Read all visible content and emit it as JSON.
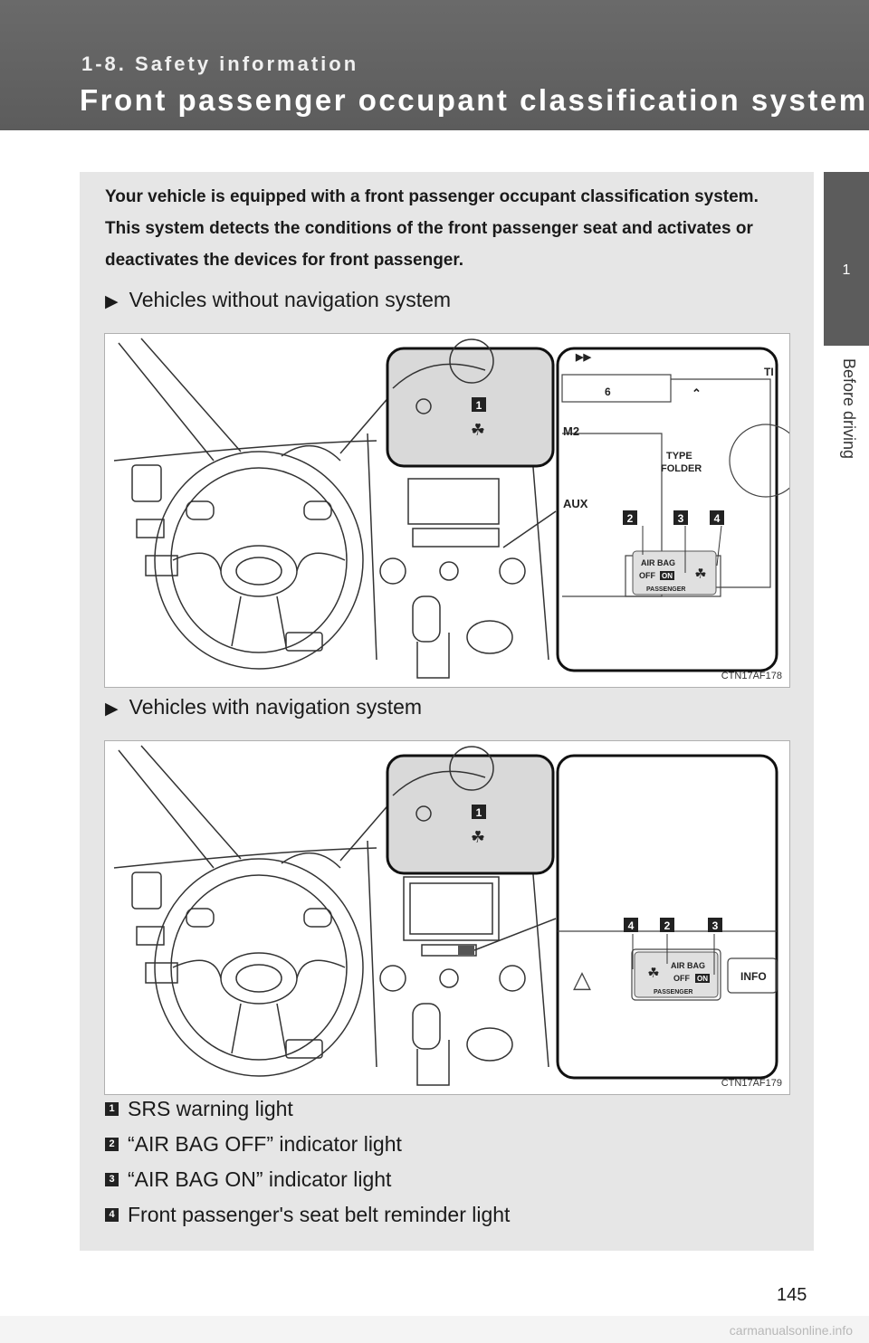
{
  "header": {
    "section": "1-8. Safety information",
    "title": "Front passenger occupant classification system"
  },
  "side_tab": {
    "number": "1",
    "label": "Before driving"
  },
  "intro": "Your vehicle is equipped with a front passenger occupant classification system. This system detects the conditions of the front passenger seat and activates or deactivates the devices for front passenger.",
  "figures": [
    {
      "heading": "Vehicles without navigation system",
      "code": "CTN17AF178",
      "callouts": [
        "1",
        "2",
        "3",
        "4"
      ],
      "panel_text": {
        "m2": "M2",
        "aux": "AUX",
        "type_folder_1": "TYPE",
        "type_folder_2": "FOLDER",
        "six": "6",
        "t": "TI",
        "airbag": "AIR BAG",
        "off": "OFF",
        "on": "ON",
        "passenger": "PASSENGER"
      }
    },
    {
      "heading": "Vehicles with navigation system",
      "code": "CTN17AF179",
      "callouts": [
        "1",
        "4",
        "2",
        "3"
      ],
      "panel_text": {
        "airbag": "AIR BAG",
        "off": "OFF",
        "on": "ON",
        "passenger": "PASSENGER",
        "info": "INFO"
      }
    }
  ],
  "legend": [
    {
      "num": "1",
      "text": "SRS warning light"
    },
    {
      "num": "2",
      "text": "“AIR BAG OFF” indicator light"
    },
    {
      "num": "3",
      "text": "“AIR BAG ON” indicator light"
    },
    {
      "num": "4",
      "text": "Front passenger's seat belt reminder light"
    }
  ],
  "page_number": "145",
  "footer": "carmanualsonline.info"
}
